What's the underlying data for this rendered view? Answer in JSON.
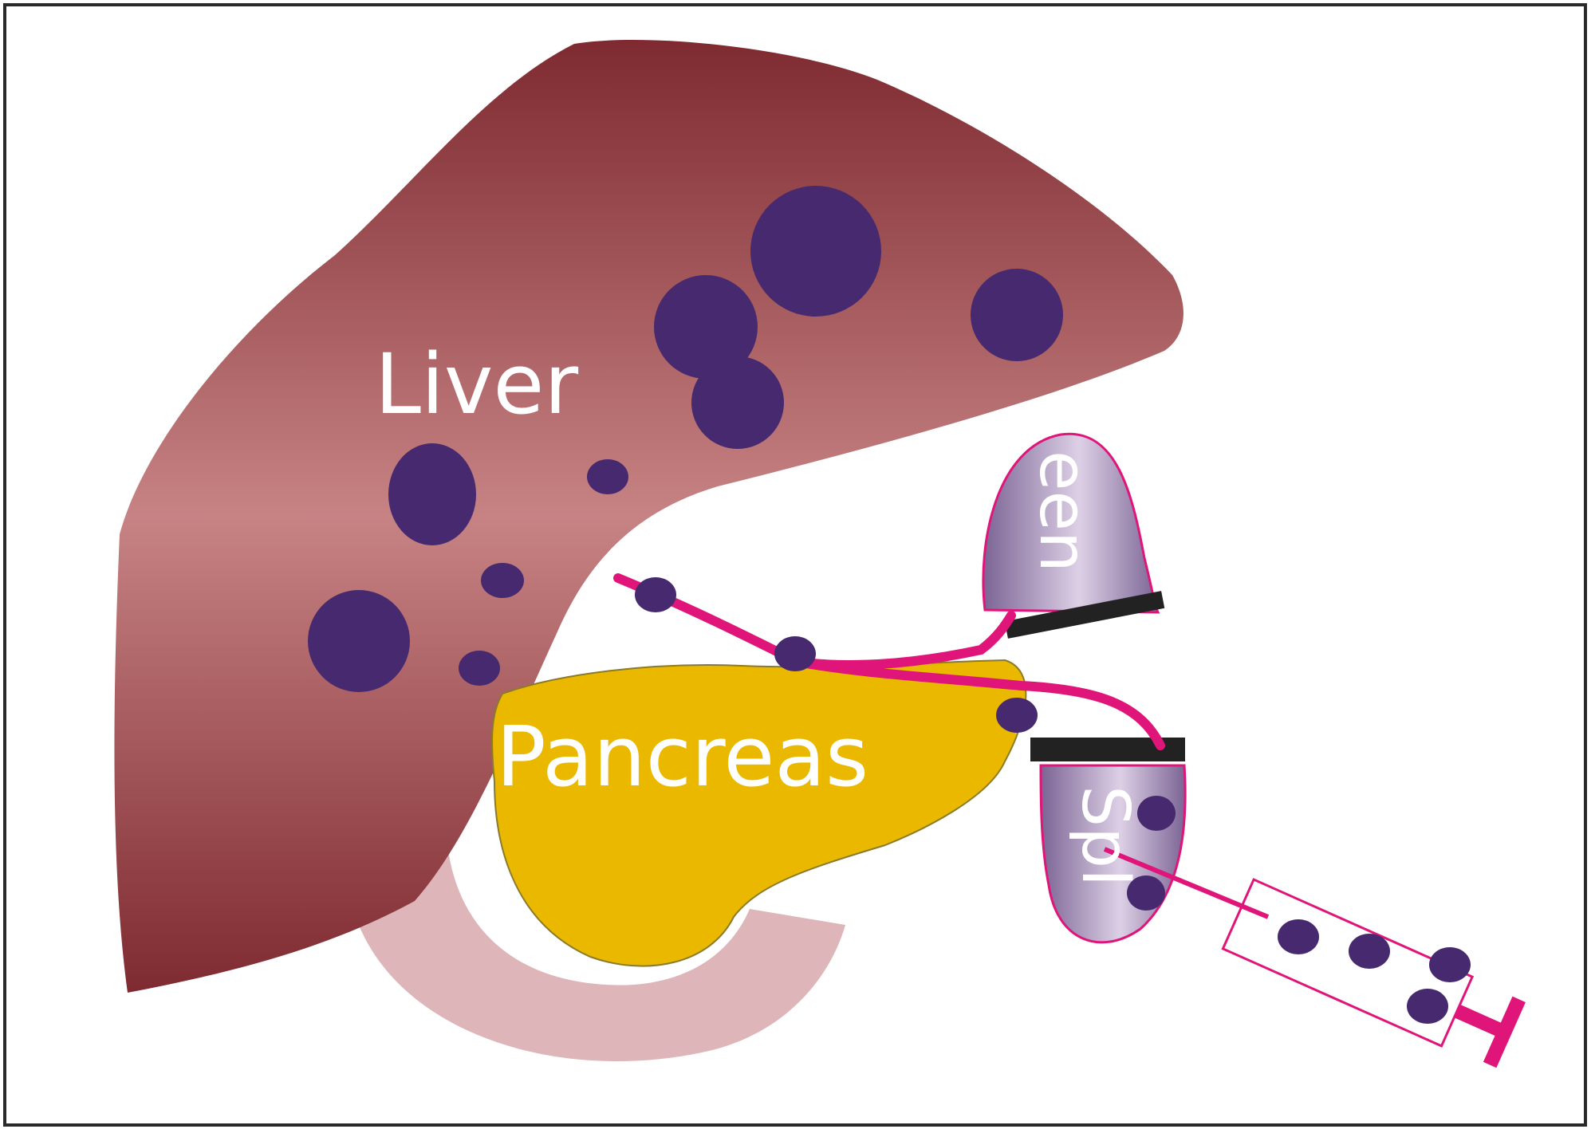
{
  "labels": {
    "liver": "Liver",
    "pancreas": "Pancreas",
    "spleen_top": "een",
    "spleen_bottom": "Spl"
  },
  "colors": {
    "liver_dark": "#7e2a30",
    "liver_light": "#c78384",
    "pancreas": "#ebb800",
    "duodenum": "#d8a8ad",
    "metastasis": "#46296e",
    "vessel": "#e0157a",
    "spleen_light": "#ddd0e6",
    "spleen_dark": "#7b6494",
    "clamp": "#222222"
  },
  "icons": {
    "syringe": "syringe-icon",
    "clamp": "clamp-icon"
  }
}
